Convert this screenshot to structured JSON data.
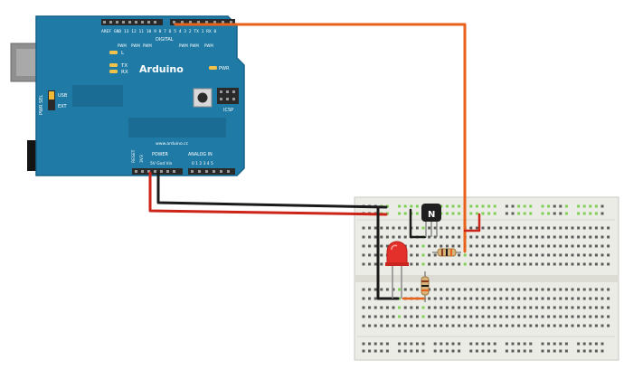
{
  "board": {
    "brand": "Arduino",
    "url": "www.arduino.cc",
    "digital_label": "DIGITAL",
    "pin_numbers_top": "AREF GND 13 12 11 10 9 8  7 6 5 4 3 2 TX 1 RX 0",
    "pwm_labels": [
      "PWM",
      "PWM",
      "PWM",
      "PWM",
      "PWM",
      "PWM"
    ],
    "led_labels": [
      "L",
      "TX",
      "RX"
    ],
    "pwr_label": "PWR",
    "icsp_label": "ICSP",
    "pwr_sel_label": "PWR SEL",
    "usb_label": "USB",
    "ext_label": "EXT",
    "reset_label": "RESET",
    "v33_label": "3V3",
    "power_label": "POWER",
    "power_pins": "5V Gnd Vin",
    "analog_label": "ANALOG IN",
    "analog_pins": "0 1 2 3 4 5"
  },
  "transistor": {
    "label": "N"
  },
  "colors": {
    "board": "#1f7ba6",
    "board_dark": "#15628a",
    "header": "#2a2a2a",
    "wire_red": "#cc2418",
    "wire_black": "#1a1a1a",
    "wire_orange": "#e8621c",
    "breadboard": "#ecece6",
    "hole_green": "#7fcf57",
    "led_red": "#e3302a"
  }
}
